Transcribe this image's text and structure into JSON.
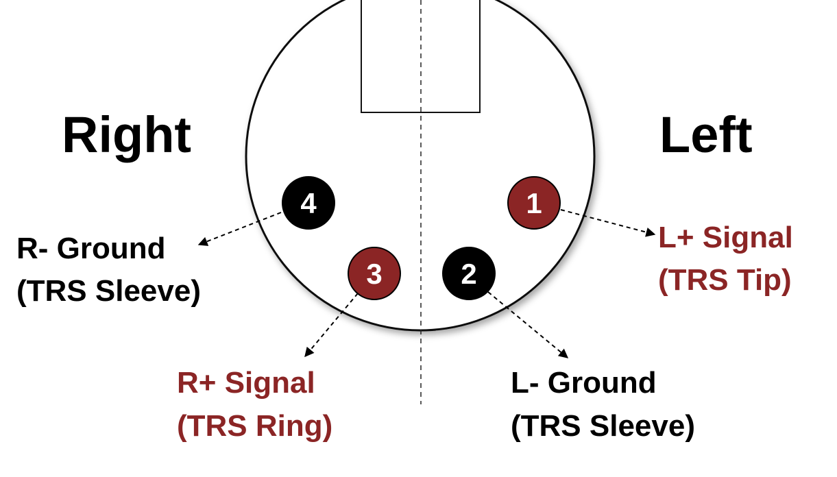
{
  "titles": {
    "right": "Right",
    "left": "Left"
  },
  "colors": {
    "signal": "#8b2525",
    "ground": "#000000",
    "outline": "#111111"
  },
  "pins": [
    {
      "number": "1",
      "role": "signal"
    },
    {
      "number": "2",
      "role": "ground"
    },
    {
      "number": "3",
      "role": "signal"
    },
    {
      "number": "4",
      "role": "ground"
    }
  ],
  "labels": {
    "pin1": {
      "line1": "L+ Signal",
      "line2": "(TRS Tip)"
    },
    "pin2": {
      "line1": "L- Ground",
      "line2": "(TRS Sleeve)"
    },
    "pin3": {
      "line1": "R+ Signal",
      "line2": "(TRS Ring)"
    },
    "pin4": {
      "line1": "R- Ground",
      "line2": "(TRS Sleeve)"
    }
  }
}
